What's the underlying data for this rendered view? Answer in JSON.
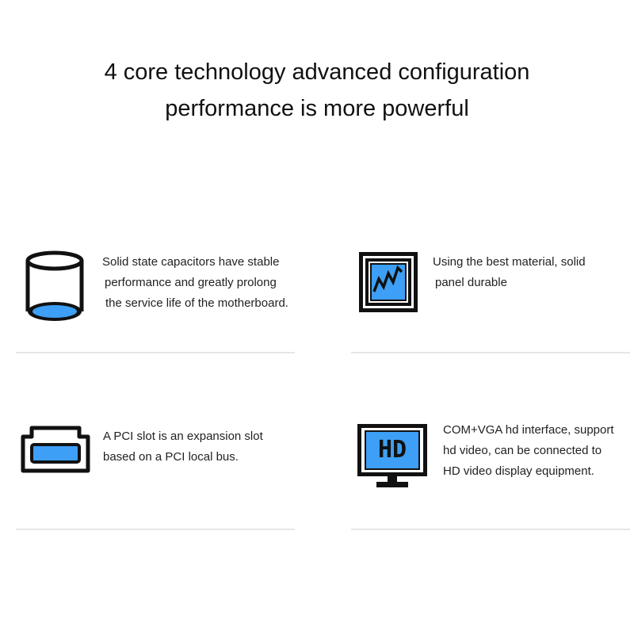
{
  "headline": {
    "line1": "4 core technology advanced configuration",
    "line2": "performance is more powerful"
  },
  "features": [
    {
      "icon": "capacitor-icon",
      "lines": [
        "Solid state capacitors have stable",
        "performance and greatly prolong",
        "the service life of the motherboard."
      ]
    },
    {
      "icon": "panel-chart-icon",
      "lines": [
        "Using the best material, solid",
        "panel durable"
      ]
    },
    {
      "icon": "pci-slot-icon",
      "lines": [
        "A PCI slot is an expansion slot",
        "based on a PCI local bus."
      ]
    },
    {
      "icon": "hd-monitor-icon",
      "icon_text": "HD",
      "lines": [
        "COM+VGA hd interface, support",
        "hd video, can be connected to",
        "HD video display equipment."
      ]
    }
  ],
  "colors": {
    "accent": "#3d9ff5",
    "outline": "#111111",
    "divider": "#e6e6e6"
  }
}
